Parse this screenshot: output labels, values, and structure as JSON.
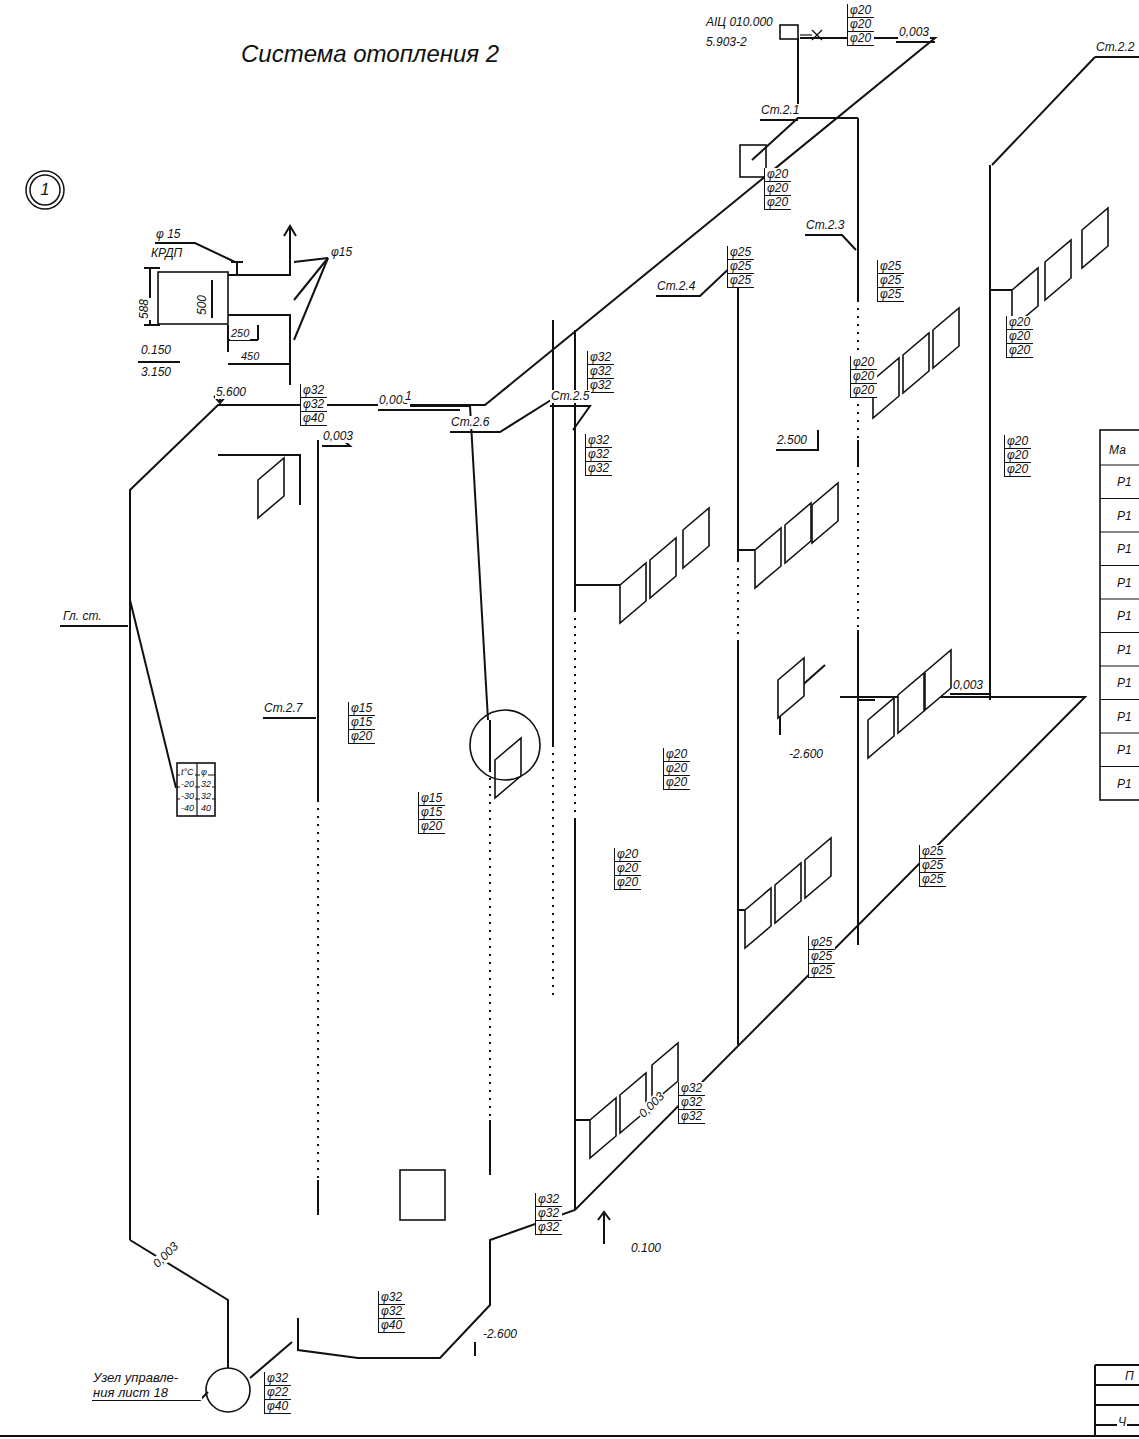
{
  "diagram": {
    "title": "Система отопления 2",
    "nodes": [
      {
        "text": [
          "1"
        ]
      }
    ],
    "labels": [
      "φ 15",
      "КРДП",
      "φ15",
      "588",
      "500",
      "250",
      "450",
      "0.150",
      "3.150",
      "АIЦ 010.000",
      "5.903-2",
      "φ20",
      "φ20",
      "φ20",
      "0,003",
      "Ст.2.1",
      "Ст.2.2",
      "φ20",
      "φ20",
      "φ20",
      "Ст.2.3",
      "φ25",
      "φ25",
      "φ25",
      "φ25",
      "φ25",
      "φ25",
      "Ст.2.4",
      "φ20",
      "φ20",
      "φ20",
      "φ32",
      "φ32",
      "φ32",
      "φ20",
      "φ20",
      "φ20",
      "2.500",
      "Ст.2.5",
      "Ст.2.6",
      "φ32",
      "φ32",
      "φ32",
      "5.600",
      "φ32",
      "φ32",
      "φ40",
      "0,003",
      "0,003",
      "1",
      "φ20",
      "φ20",
      "φ20",
      "0,003",
      "-2.600",
      "φ20",
      "φ20",
      "φ20",
      "Гл. ст.",
      "t°С",
      "φ",
      "-20",
      "32",
      "-30",
      "32",
      "-40",
      "40",
      "Ст.2.7",
      "φ15",
      "φ15",
      "φ20",
      "φ15",
      "φ15",
      "φ20",
      "φ20",
      "φ20",
      "φ20",
      "φ25",
      "φ25",
      "φ25",
      "φ25",
      "φ25",
      "φ25",
      "0,003",
      "φ32",
      "φ32",
      "φ32",
      "φ32",
      "φ32",
      "φ32",
      "0.100",
      "0,003",
      "φ32",
      "φ32",
      "φ40",
      "-2.600",
      "Узел управле- ния лист 18",
      "φ32",
      "φ22",
      "φ40",
      "Ма",
      "Р1",
      "Р1",
      "Р1",
      "Р1",
      "Р1",
      "Р1",
      "Р1",
      "Р1",
      "Р1",
      "Р1",
      "П",
      "Ч"
    ]
  }
}
